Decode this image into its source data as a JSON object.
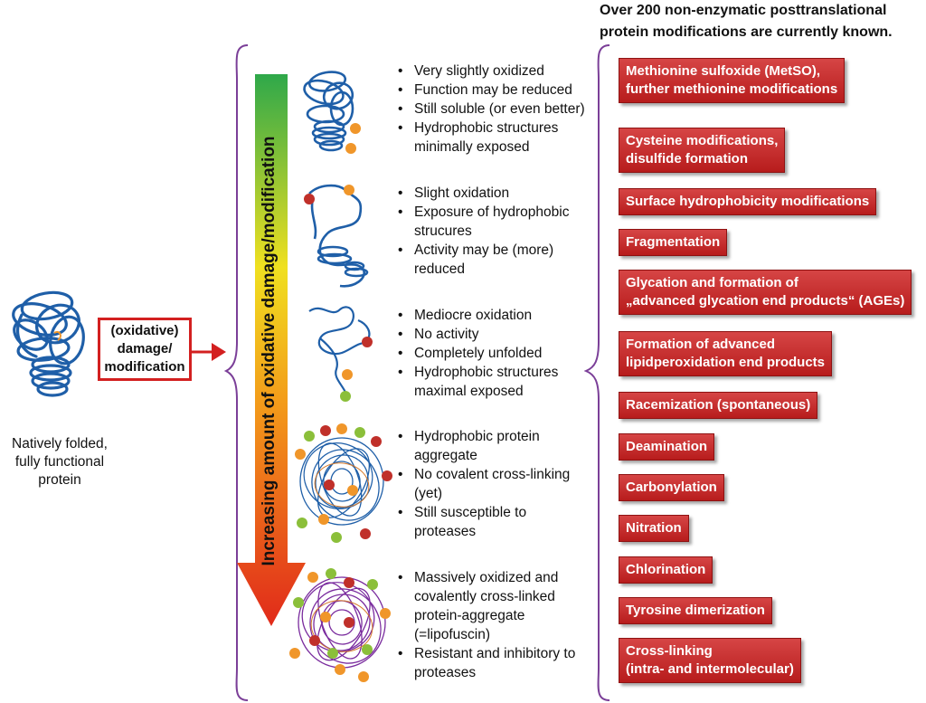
{
  "header": {
    "line1": "Over 200 non-enzymatic posttranslational",
    "line2": "protein modifications are currently known."
  },
  "native": {
    "caption_line1": "Natively folded,",
    "caption_line2": "fully functional",
    "caption_line3": "protein"
  },
  "damage_box": {
    "line1": "(oxidative)",
    "line2": "damage/",
    "line3": "modification"
  },
  "gradient_arrow": {
    "label": "Increasing amount of oxidative damage/modification"
  },
  "stages": [
    {
      "bullets": [
        "Very slightly oxidized",
        "Function may be reduced",
        "Still soluble (or even better)",
        "Hydrophobic structures minimally exposed"
      ]
    },
    {
      "bullets": [
        "Slight oxidation",
        "Exposure of hydrophobic strucures",
        "Activity may be (more) reduced"
      ]
    },
    {
      "bullets": [
        "Mediocre oxidation",
        "No activity",
        "Completely unfolded",
        "Hydrophobic structures maximal exposed"
      ]
    },
    {
      "bullets": [
        "Hydrophobic protein aggregate",
        "No covalent cross-linking (yet)",
        "Still susceptible to proteases"
      ]
    },
    {
      "bullets": [
        "Massively oxidized and covalently cross-linked protein-aggregate (=lipofuscin)",
        "Resistant and inhibitory to proteases"
      ]
    }
  ],
  "modifications": [
    {
      "line1": "Methionine sulfoxide (MetSO),",
      "line2": "further methionine modifications"
    },
    {
      "line1": "Cysteine modifications,",
      "line2": "disulfide formation"
    },
    {
      "line1": "Surface hydrophobicity modifications",
      "line2": ""
    },
    {
      "line1": "Fragmentation",
      "line2": ""
    },
    {
      "line1": "Glycation and formation of",
      "line2": "„advanced glycation end products“ (AGEs)"
    },
    {
      "line1": "Formation of advanced",
      "line2": "lipidperoxidation end products"
    },
    {
      "line1": "Racemization (spontaneous)",
      "line2": ""
    },
    {
      "line1": "Deamination",
      "line2": ""
    },
    {
      "line1": "Carbonylation",
      "line2": ""
    },
    {
      "line1": "Nitration",
      "line2": ""
    },
    {
      "line1": "Chlorination",
      "line2": ""
    },
    {
      "line1": "Tyrosine dimerization",
      "line2": ""
    },
    {
      "line1": "Cross-linking",
      "line2": "(intra- and intermolecular)"
    }
  ],
  "colors": {
    "protein_blue": "#1f5fa8",
    "aggregate_purple": "#7a2c9e",
    "mod_red": "#c62828",
    "damage_red": "#d32020",
    "brace_purple": "#7b3f98",
    "bead_orange": "#f0962a",
    "bead_red": "#c0302a",
    "bead_green": "#8bbf3a"
  }
}
